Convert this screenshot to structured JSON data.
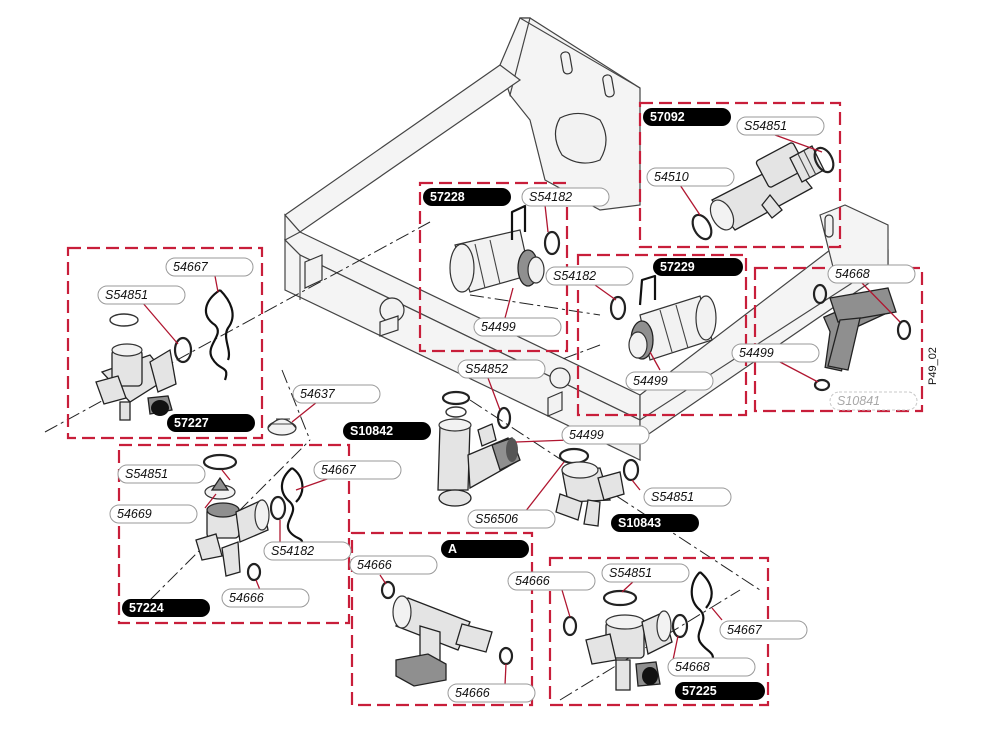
{
  "figure_ref": "P49_02",
  "kits": {
    "k57092": "57092",
    "k57228": "57228",
    "k57229": "57229",
    "k57227": "57227",
    "k57224": "57224",
    "k57225": "57225",
    "kA": "A",
    "kS10842": "S10842",
    "kS10843": "S10843"
  },
  "labels": {
    "box57092_a": "S54851",
    "box57092_b": "54510",
    "box57228_a": "S54182",
    "box57228_b": "54499",
    "box57229_a": "S54182",
    "box57229_b": "54499",
    "boxT_a": "54668",
    "boxT_b": "54499",
    "boxT_c": "S10841",
    "box57227_a": "54667",
    "box57227_b": "S54851",
    "mid_a": "54637",
    "mid_b": "S54852",
    "mid_c": "54499",
    "mid_d": "S56506",
    "mid_e": "S54851",
    "box57224_a": "S54851",
    "box57224_b": "54667",
    "box57224_c": "54669",
    "box57224_d": "S54182",
    "box57224_e": "54666",
    "boxA_a": "54666",
    "boxA_b": "54666",
    "box57225_a": "54666",
    "box57225_b": "S54851",
    "box57225_c": "54667",
    "box57225_d": "54668"
  }
}
